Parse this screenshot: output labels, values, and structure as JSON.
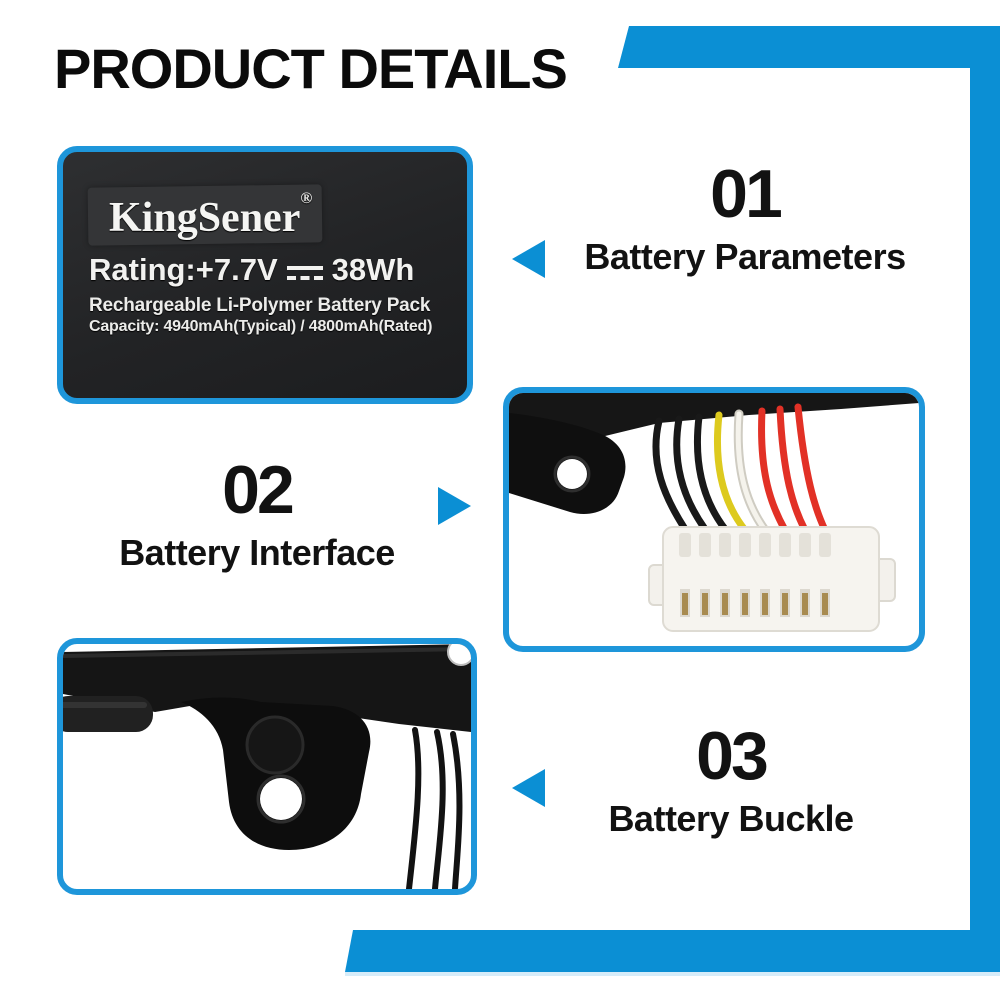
{
  "title": "PRODUCT DETAILS",
  "colors": {
    "accent_blue": "#0b8fd4",
    "photo_border_blue": "#1e96da",
    "label_background": "#232425",
    "wire_yellow": "#ddca1e",
    "wire_red": "#e23126",
    "connector_pin_gold": "#a88b50"
  },
  "battery_label": {
    "brand": "KingSener",
    "registered_mark": "®",
    "rating_left": "Rating:+7.7V",
    "rating_right": "38Wh",
    "dc_symbol": "direct-current-symbol",
    "type_line": "Rechargeable Li-Polymer Battery Pack",
    "capacity_line": "Capacity: 4940mAh(Typical) / 4800mAh(Rated)"
  },
  "sections": [
    {
      "number": "01",
      "label": "Battery Parameters",
      "arrow_direction": "left"
    },
    {
      "number": "02",
      "label": "Battery Interface",
      "arrow_direction": "right"
    },
    {
      "number": "03",
      "label": "Battery Buckle",
      "arrow_direction": "left"
    }
  ],
  "photos": {
    "parameters": "battery-rating-label-photo",
    "interface": "battery-connector-wires-photo",
    "buckle": "battery-mounting-buckle-photo"
  }
}
